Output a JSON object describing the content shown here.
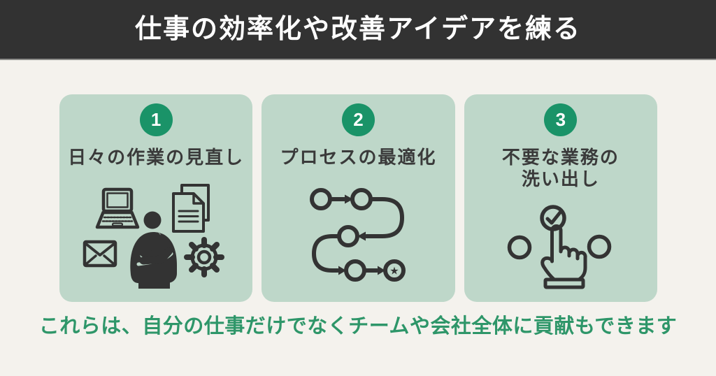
{
  "header": {
    "title": "仕事の効率化や改善アイデアを練る"
  },
  "cards": [
    {
      "number": "1",
      "title_line1": "日々の作業の見直し",
      "title_line2": ""
    },
    {
      "number": "2",
      "title_line1": "プロセスの最適化",
      "title_line2": ""
    },
    {
      "number": "3",
      "title_line1": "不要な業務の",
      "title_line2": "洗い出し"
    }
  ],
  "caption": "これらは、自分の仕事だけでなくチームや会社全体に貢献もできます",
  "icons": {
    "star_glyph": "★"
  },
  "colors": {
    "header_bg": "#323232",
    "page_bg": "#f4f2ed",
    "card_bg": "#bed7c9",
    "badge_green": "#1a9368",
    "caption_green": "#2e9669",
    "icon_dark": "#333333"
  }
}
